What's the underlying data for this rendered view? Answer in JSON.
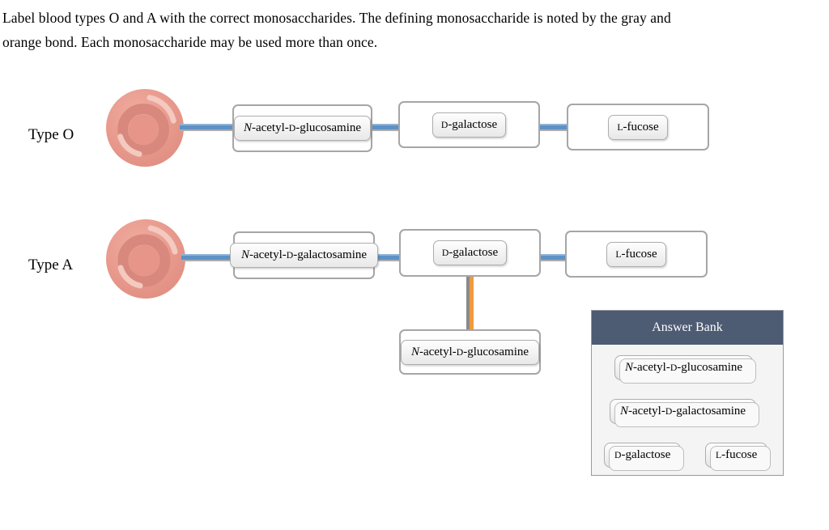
{
  "instructions": {
    "line1": "Label blood types O and A with the correct monosaccharides. The defining monosaccharide is noted by the gray and",
    "line2": "orange bond. Each monosaccharide may be used more than once."
  },
  "type_o": {
    "label": "Type O",
    "slot1": "N-acetyl-D-glucosamine",
    "slot2": "D-galactose",
    "slot3": "L-fucose"
  },
  "type_a": {
    "label": "Type A",
    "slot1": "N-acetyl-D-galactosamine",
    "slot2": "D-galactose",
    "branch_slot": "N-acetyl-D-glucosamine",
    "slot3": "L-fucose"
  },
  "answer_bank": {
    "title": "Answer Bank",
    "options": [
      "N-acetyl-D-glucosamine",
      "N-acetyl-D-galactosamine",
      "D-galactose",
      "L-fucose"
    ]
  },
  "colors": {
    "bond_blue": "#5e92c6",
    "bond_gray": "#8a8a8a",
    "bond_orange": "#f09a40",
    "cell_fill": "#e89a8d",
    "cell_ring": "#d8887d",
    "cell_highlight": "#f4c9bf",
    "bank_header": "#4d5b73"
  }
}
